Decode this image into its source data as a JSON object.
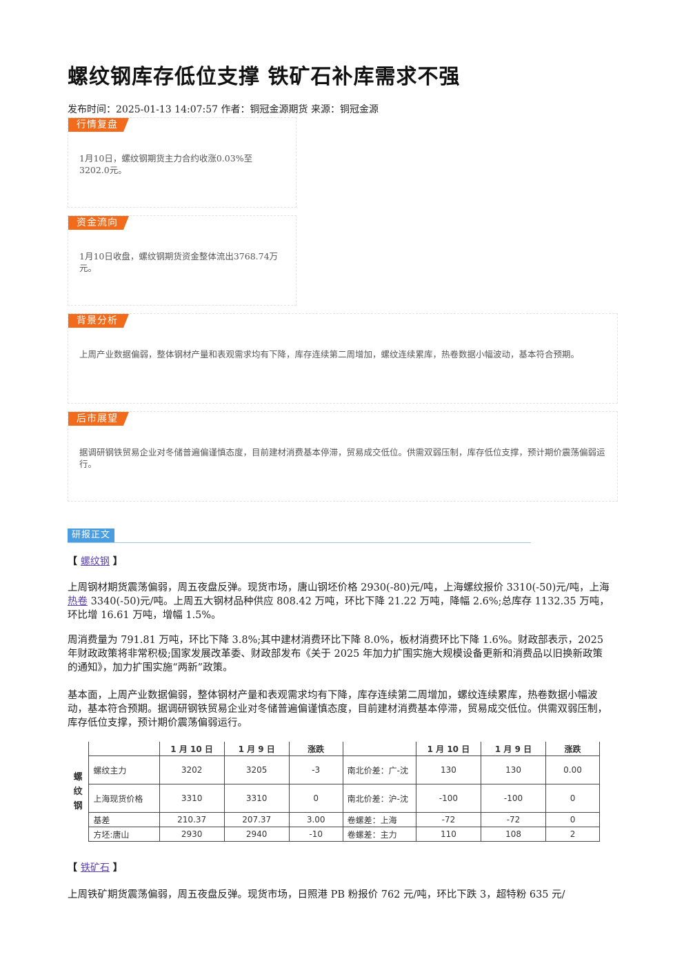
{
  "title": "螺纹钢库存低位支撑 铁矿石补库需求不强",
  "meta": "发布时间：2025-01-13 14:07:57 作者：铜冠金源期货 来源：铜冠金源",
  "boxes": {
    "market_review": {
      "tag": "行情复盘",
      "text": "1月10日，螺纹钢期货主力合约收涨0.03%至3202.0元。"
    },
    "fund_flow": {
      "tag": "资金流向",
      "text": "1月10日收盘，螺纹钢期货资金整体流出3768.74万元。"
    },
    "background": {
      "tag": "背景分析",
      "text": "上周产业数据偏弱，整体钢材产量和表观需求均有下降，库存连续第二周增加，螺纹连续累库，热卷数据小幅波动，基本符合预期。"
    },
    "outlook": {
      "tag": "后市展望",
      "text": "据调研钢铁贸易企业对冬储普遍偏谨慎态度，目前建材消费基本停滞，贸易成交低位。供需双弱压制，库存低位支撑，预计期价震荡偏弱运行。"
    }
  },
  "report_section": {
    "label": "研报正文"
  },
  "rebar": {
    "bracket_open": "【",
    "link": "螺纹钢",
    "bracket_close": "】",
    "p1_a": "上周钢材期货震荡偏弱，周五夜盘反弹。现货市场，唐山钢坯价格 2930(-80)元/吨，上海螺纹报价 3310(-50)元/吨，上海 ",
    "p1_link": "热卷",
    "p1_b": " 3340(-50)元/吨。上周五大钢材品种供应 808.42 万吨，环比下降 21.22 万吨，降幅 2.6%;总库存 1132.35 万吨，环比增 16.61 万吨，增幅 1.5%。",
    "p2": "周消费量为 791.81 万吨，环比下降 3.8%;其中建材消费环比下降 8.0%，板材消费环比下降 1.6%。财政部表示，2025 年财政政策将非常积极;国家发展改革委、财政部发布《关于 2025 年加力扩围实施大规模设备更新和消费品以旧换新政策的通知》，加力扩围实施“两新”政策。",
    "p3": "基本面，上周产业数据偏弱，整体钢材产量和表观需求均有下降，库存连续第二周增加，螺纹连续累库，热卷数据小幅波动，基本符合预期。据调研钢铁贸易企业对冬储普遍偏谨慎态度，目前建材消费基本停滞，贸易成交低位。供需双弱压制，库存低位支撑，预计期价震荡偏弱运行。"
  },
  "table": {
    "side_label": [
      "螺",
      "纹",
      "钢"
    ],
    "headers": [
      "",
      "1 月 10 日",
      "1 月 9 日",
      "涨跌",
      "",
      "1 月 10 日",
      "1 月 9 日",
      "涨跌"
    ],
    "rows": [
      [
        "螺纹主力",
        "3202",
        "3205",
        "-3",
        "南北价差：广-沈",
        "130",
        "130",
        "0.00"
      ],
      [
        "上海现货价格",
        "3310",
        "3310",
        "0",
        "南北价差：沪-沈",
        "-100",
        "-100",
        "0"
      ],
      [
        "基差",
        "210.37",
        "207.37",
        "3.00",
        "卷螺差：上海",
        "-72",
        "-72",
        "0"
      ],
      [
        "方坯:唐山",
        "2930",
        "2940",
        "-10",
        "卷螺差：主力",
        "110",
        "108",
        "2"
      ]
    ]
  },
  "iron_ore": {
    "bracket_open": "【",
    "link": "铁矿石",
    "bracket_close": "】",
    "p1": "上周铁矿期货震荡偏弱，周五夜盘反弹。现货市场，日照港 PB 粉报价 762 元/吨，环比下跌 3，超特粉 635 元/"
  }
}
